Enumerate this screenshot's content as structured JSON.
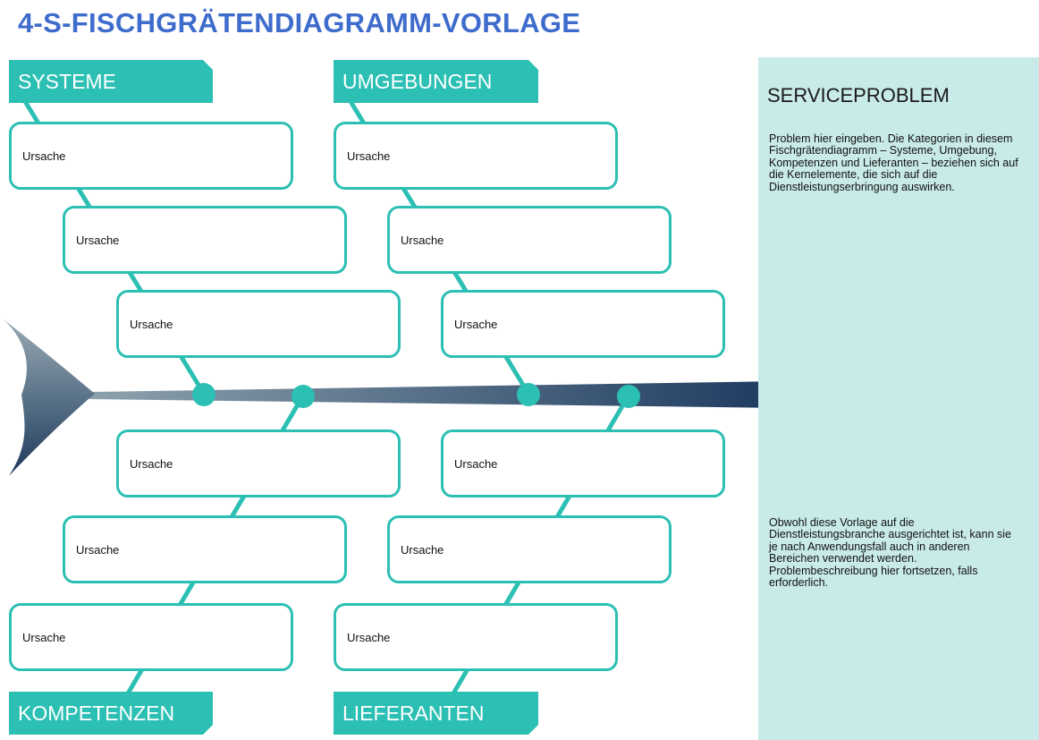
{
  "title": "4-S-FISCHGRÄTENDIAGRAMM-VORLAGE",
  "categories": {
    "systems": "SYSTEME",
    "environments": "UMGEBUNGEN",
    "skills": "KOMPETENZEN",
    "suppliers": "LIEFERANTEN"
  },
  "causes": {
    "systems": [
      "Ursache",
      "Ursache",
      "Ursache"
    ],
    "environments": [
      "Ursache",
      "Ursache",
      "Ursache"
    ],
    "skills": [
      "Ursache",
      "Ursache",
      "Ursache"
    ],
    "suppliers": [
      "Ursache",
      "Ursache",
      "Ursache"
    ]
  },
  "problem_panel": {
    "heading": "SERVICEPROBLEM",
    "description": "Problem hier eingeben. Die Kategorien in diesem Fischgrätendiagramm – Systeme, Umgebung, Kompetenzen und Lieferanten – beziehen sich auf die Kernelemente, die sich auf die Dienstleistungserbringung auswirken.",
    "note": "Obwohl diese Vorlage auf die Dienstleistungsbranche ausgerichtet ist, kann sie je nach Anwendungsfall auch in anderen Bereichen verwendet werden. Problembeschreibung hier fortsetzen, falls erforderlich."
  },
  "colors": {
    "title": "#3e6ccc",
    "accent": "#2cbfb3",
    "panel": "#c8eae8",
    "fish_head": "#223e63",
    "spine_start": "#8ea2ad",
    "spine_end": "#1d3a60"
  }
}
